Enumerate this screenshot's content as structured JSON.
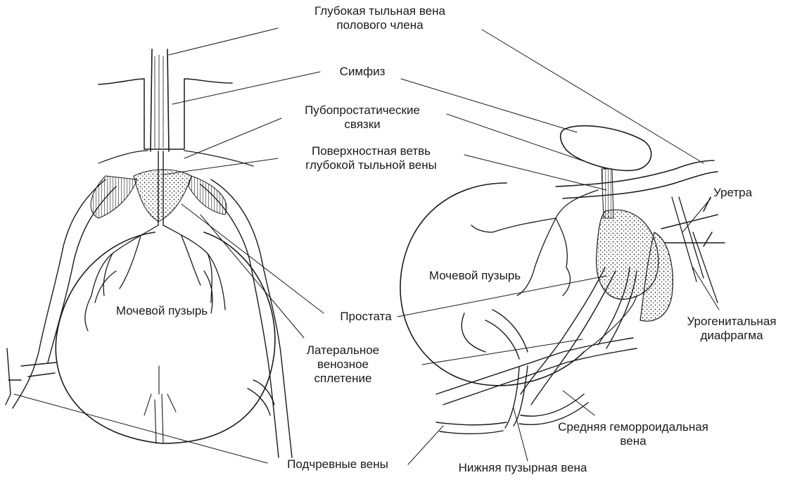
{
  "labels": {
    "deep_dorsal_vein": [
      "Глубокая тыльная вена",
      "полового члена"
    ],
    "symphysis": [
      "Симфиз"
    ],
    "puboprostatic": [
      "Пубопростатические",
      "связки"
    ],
    "superficial_branch": [
      "Поверхностная ветвь",
      "глубокой тыльной вены"
    ],
    "urethra": [
      "Уретра"
    ],
    "bladder_left": [
      "Мочевой пузырь"
    ],
    "bladder_right": [
      "Мочевой пузырь"
    ],
    "prostate": [
      "Простата"
    ],
    "urogenital_diaphragm": [
      "Урогенитальная",
      "диафрагма"
    ],
    "lateral_plexus": [
      "Латеральное",
      "венозное",
      "сплетение"
    ],
    "middle_rectal_vein": [
      "Средняя геморроидальная",
      "вена"
    ],
    "hypogastric_veins": [
      "Подчревные вены"
    ],
    "inferior_vesical_vein": [
      "Нижняя пузырная вена"
    ]
  },
  "colors": {
    "ink": "#1a1a1a",
    "background": "#ffffff"
  }
}
